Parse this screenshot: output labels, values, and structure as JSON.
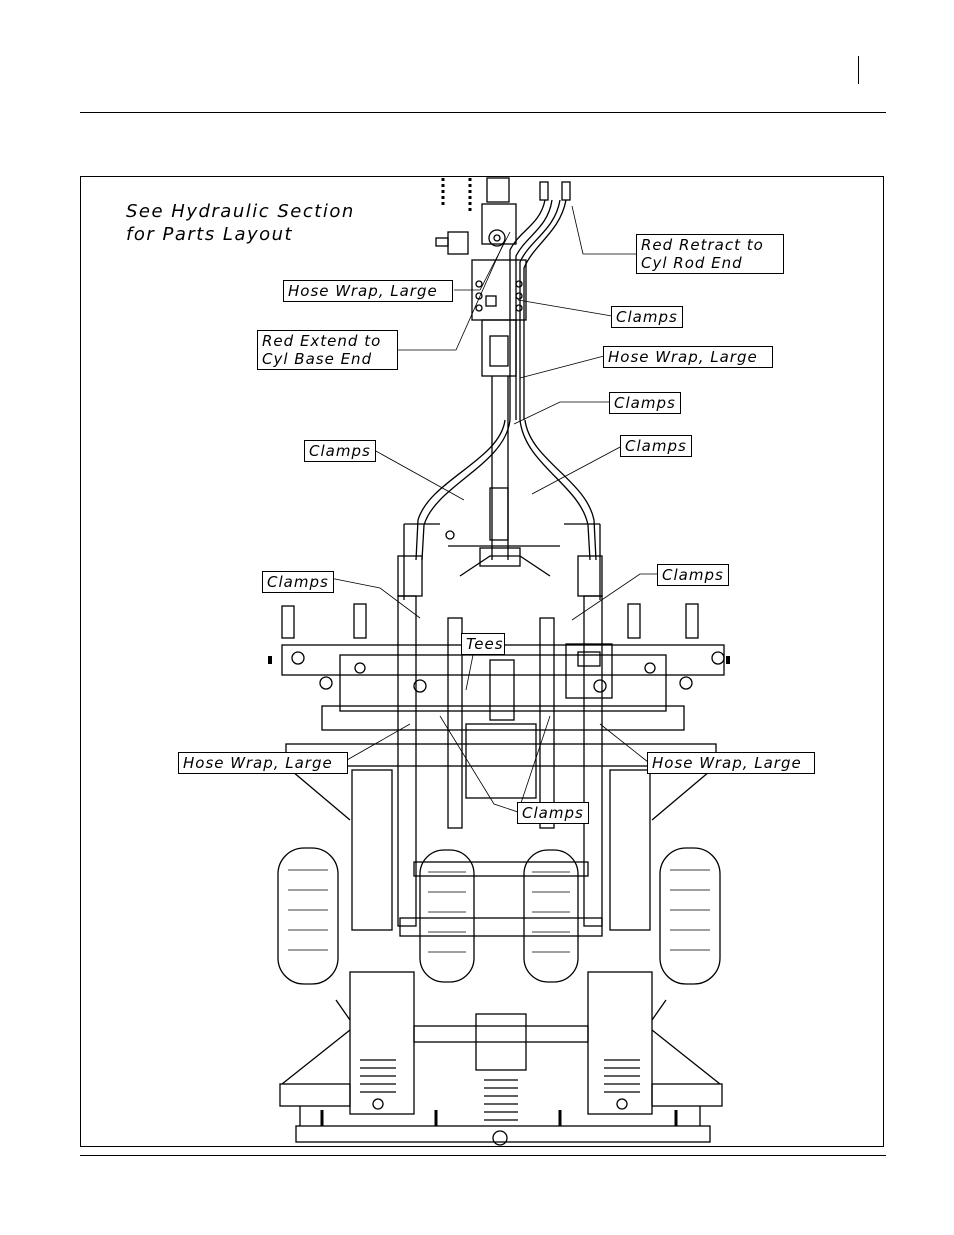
{
  "note": {
    "line1": "See Hydraulic Section",
    "line2": "for Parts Layout"
  },
  "callouts": {
    "red_retract_1": "Red Retract to",
    "red_retract_2": "Cyl Rod End",
    "hose_wrap_top": "Hose Wrap, Large",
    "clamps_top_right": "Clamps",
    "red_extend_1": "Red Extend to",
    "red_extend_2": "Cyl Base End",
    "hose_wrap_mid": "Hose Wrap, Large",
    "clamps_mid_right": "Clamps",
    "clamps_left": "Clamps",
    "clamps_right": "Clamps",
    "clamps_lower_left": "Clamps",
    "clamps_lower_right": "Clamps",
    "tees": "Tees",
    "hose_wrap_left": "Hose Wrap, Large",
    "hose_wrap_right": "Hose Wrap, Large",
    "clamps_bottom": "Clamps"
  }
}
